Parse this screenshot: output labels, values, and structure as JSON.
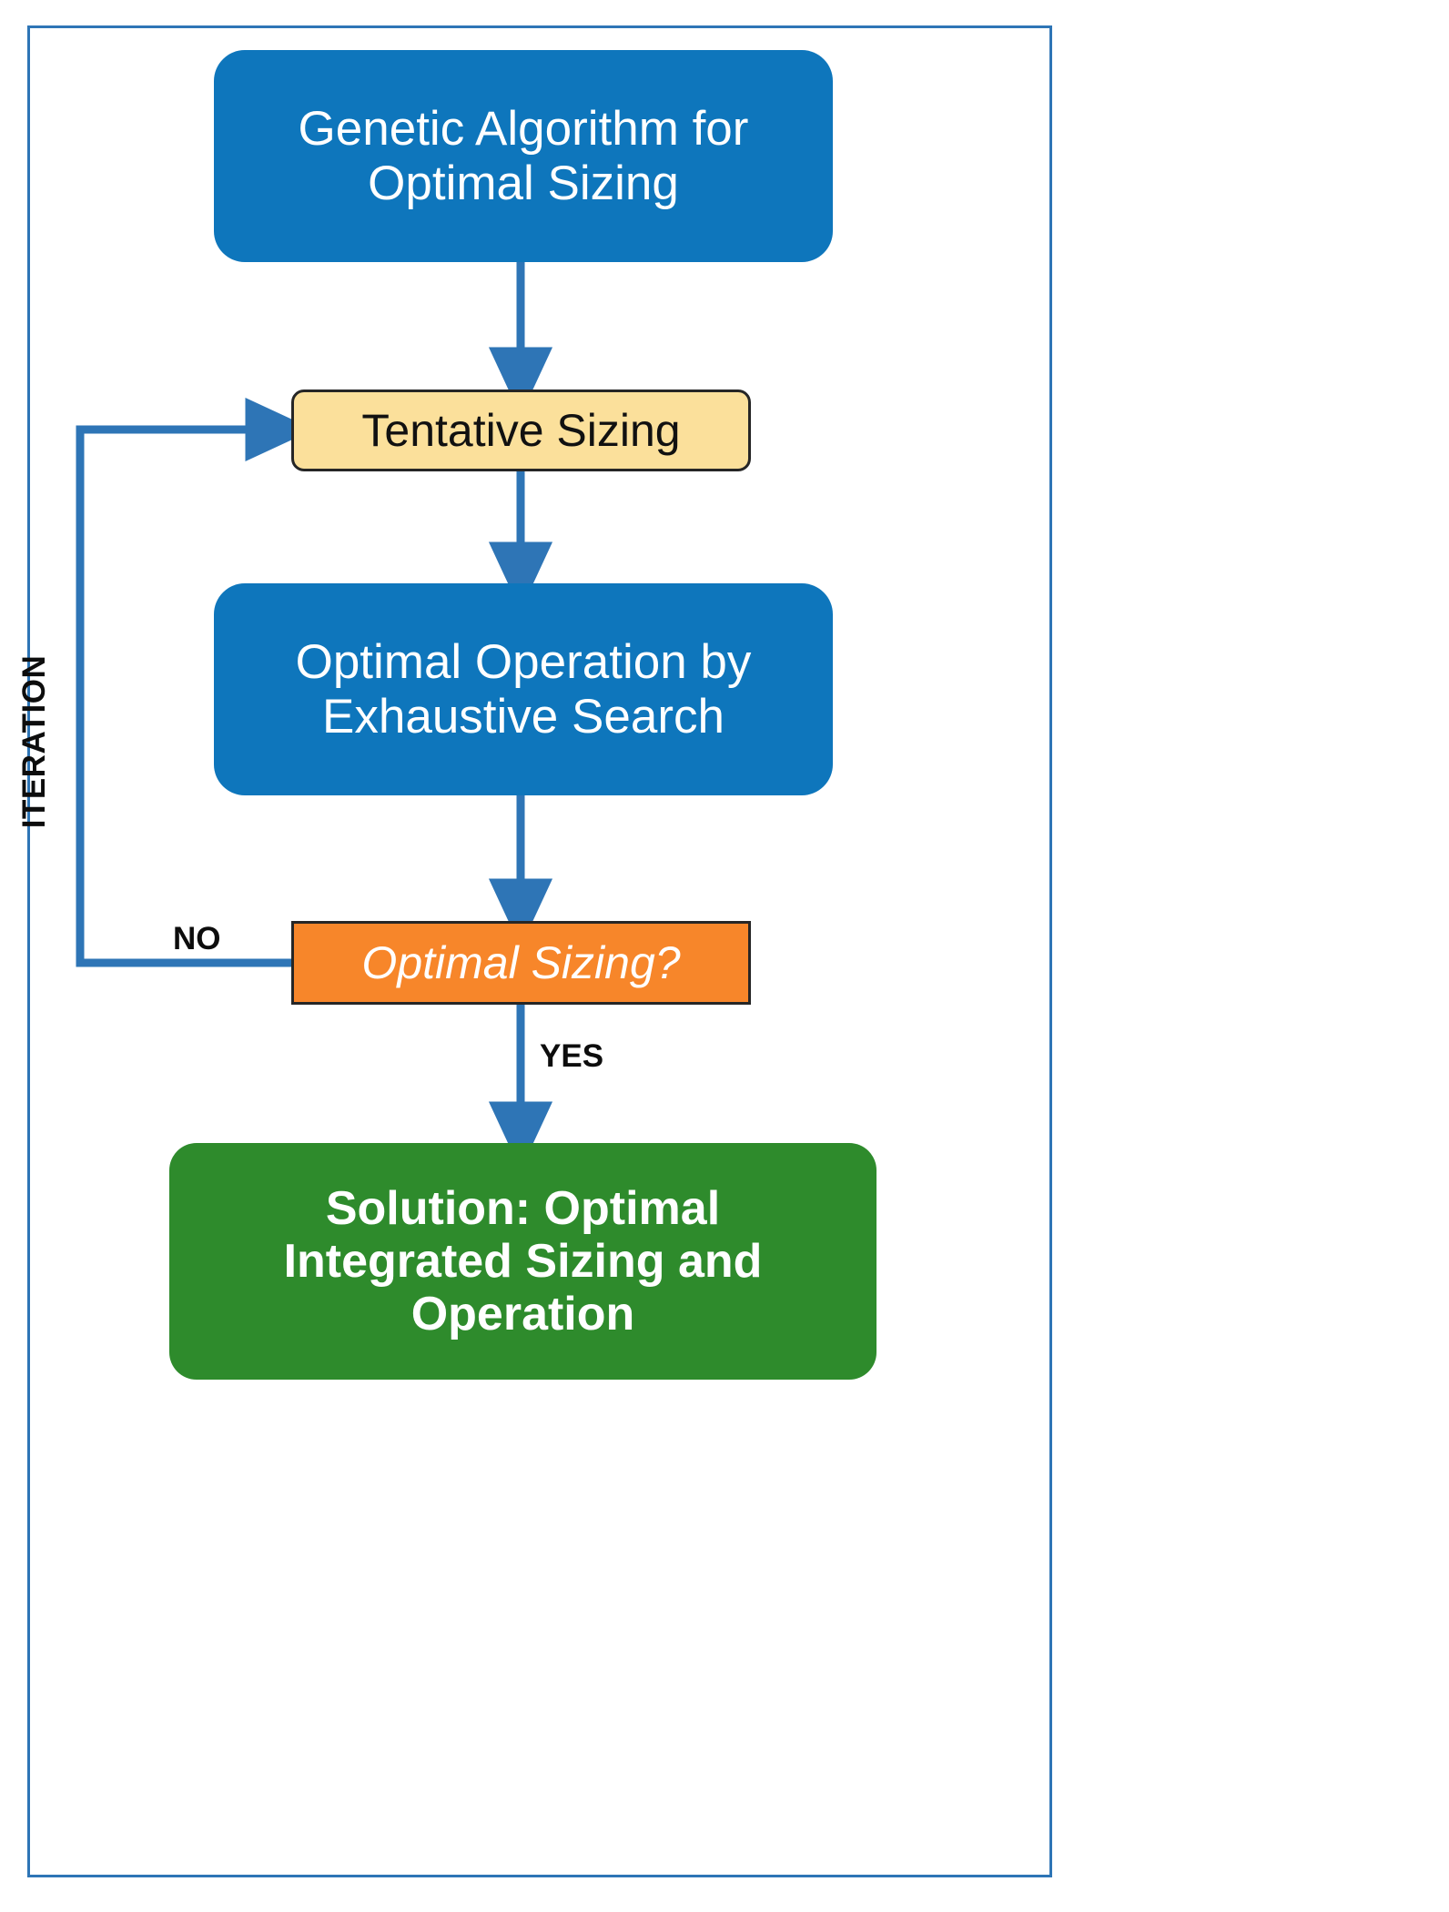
{
  "diagram": {
    "title_visible": false,
    "frame_border_color": "#2E75B6",
    "background": "#ffffff",
    "type": "flowchart",
    "nodes": [
      {
        "id": "ga",
        "label": "Genetic Algorithm for Optimal Sizing",
        "line1": "Genetic Algorithm for",
        "line2": "Optimal Sizing",
        "shape": "rounded-rectangle",
        "fill": "#0E76BC",
        "text_color": "#FFFFFF"
      },
      {
        "id": "tentative",
        "label": "Tentative Sizing",
        "shape": "rounded-rectangle",
        "fill": "#FBE09B",
        "border": "#262626",
        "text_color": "#111111"
      },
      {
        "id": "operation",
        "label": "Optimal Operation by Exhaustive Search",
        "line1": "Optimal Operation by",
        "line2": "Exhaustive Search",
        "shape": "rounded-rectangle",
        "fill": "#0E76BC",
        "text_color": "#FFFFFF"
      },
      {
        "id": "decision",
        "label": "Optimal Sizing?",
        "shape": "rectangle",
        "fill": "#F7862A",
        "border": "#262626",
        "text_color": "#FFFFFF",
        "italic": true
      },
      {
        "id": "solution",
        "label": "Solution: Optimal Integrated Sizing and Operation",
        "line1": "Solution: Optimal",
        "line2": "Integrated Sizing and",
        "line3": "Operation",
        "shape": "rounded-rectangle",
        "fill": "#2E8B2C",
        "text_color": "#FFFFFF",
        "bold": true
      }
    ],
    "edges": [
      {
        "from": "ga",
        "to": "tentative",
        "label": ""
      },
      {
        "from": "tentative",
        "to": "operation",
        "label": ""
      },
      {
        "from": "operation",
        "to": "decision",
        "label": ""
      },
      {
        "from": "decision",
        "to": "solution",
        "label": "YES"
      },
      {
        "from": "decision",
        "to": "tentative",
        "label": "NO"
      }
    ],
    "labels": {
      "no": "NO",
      "yes": "YES",
      "iteration": "ITERATION"
    },
    "colors": {
      "arrow": "#2E75B6",
      "blue_node": "#0E76BC",
      "yellow_node": "#FBE09B",
      "orange_node": "#F7862A",
      "green_node": "#2E8B2C",
      "frame": "#2E75B6",
      "node_outline": "#262626"
    }
  }
}
